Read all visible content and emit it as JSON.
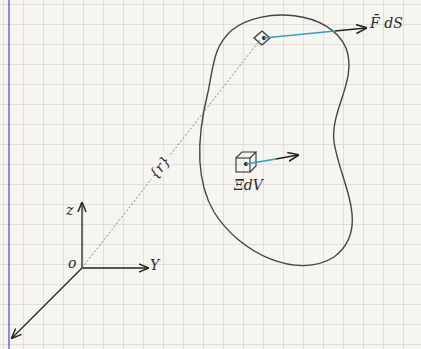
{
  "diagram": {
    "labels": [
      "F̄ dS",
      "Ξ̄dV",
      "{r}",
      "z",
      "Y",
      "o"
    ]
  }
}
